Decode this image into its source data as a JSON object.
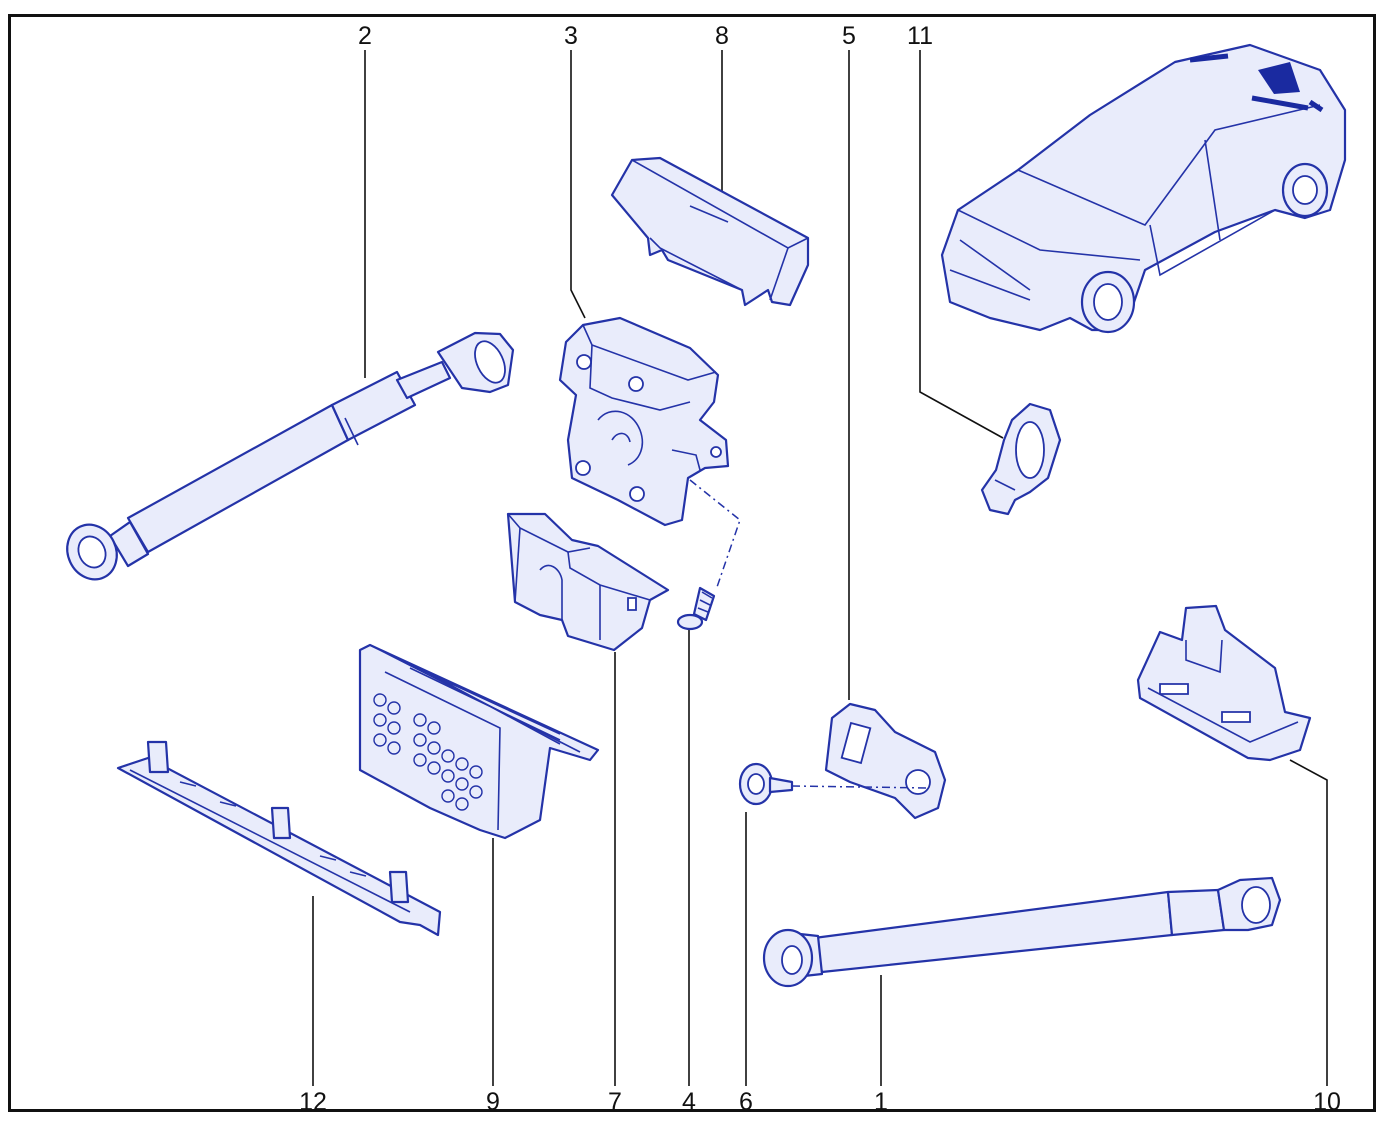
{
  "colors": {
    "part_stroke": "#2433a8",
    "part_fill": "#e8ebfa",
    "part_dark": "#1a2aa0",
    "leader": "#111111",
    "frame": "#111111"
  },
  "callouts": {
    "c1": "1",
    "c2": "2",
    "c3": "3",
    "c4": "4",
    "c5": "5",
    "c6": "6",
    "c7": "7",
    "c8": "8",
    "c9": "9",
    "c10": "10",
    "c11": "11",
    "c12": "12"
  }
}
